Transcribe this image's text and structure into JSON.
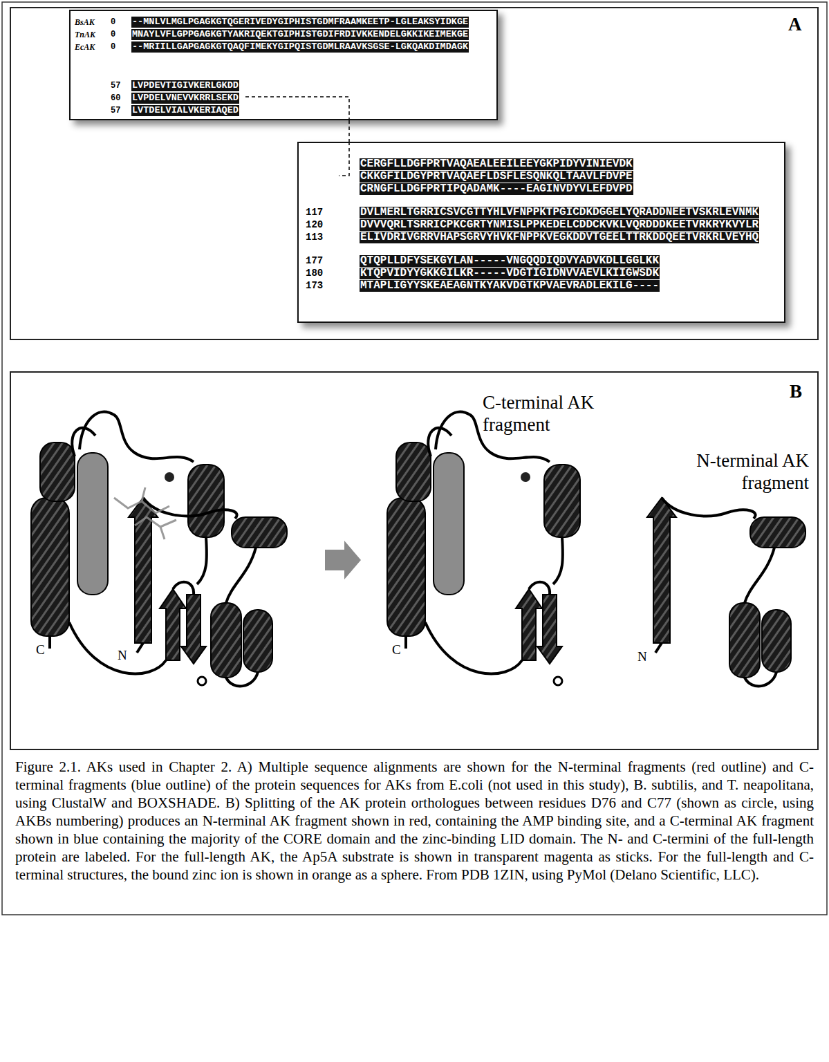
{
  "diagram": {
    "caption": "Figure 2.1. AKs used in Chapter 2. A) Multiple sequence alignments are shown for the N-terminal fragments (red outline) and C-terminal fragments (blue outline) of the protein sequences for AKs from E.coli (not used in this study), B. subtilis, and T. neapolitana, using ClustalW and BOXSHADE. B) Splitting of the AK protein orthologues between residues D76 and C77 (shown as circle, using AKBs numbering) produces an N-terminal AK fragment shown in red, containing the AMP binding site, and a C-terminal AK fragment shown in blue containing the majority of the CORE domain and the zinc-binding LID domain. The N- and C-termini of the full-length protein are labeled. For the full-length AK, the Ap5A substrate is shown in transparent magenta as sticks. For the full-length and C-terminal structures, the bound zinc ion is shown in orange as a sphere. From PDB 1ZIN, using PyMol (Delano Scientific, LLC).",
    "nodes": [
      {
        "text": [
          "A"
        ]
      },
      {
        "text": [
          "BsAK",
          "0",
          "--MNLVLMGLPGAGKGTQGERIVEDYGIPHISTGDMFRAAMKEETP-LGLEAKSYIDKGE",
          "TnAK",
          "0",
          "MNAYLVFLGPPGAGKGTYAKRIQEKTGIPHISTGDIFRDIVKKENDELGKKIKEIMEKGE",
          "EcAK",
          "0",
          "--MRIILLGAPGAGKGTQAQFIMEKYGIPQISTGDMLRAAVKSGSE-LGKQAKDIMDAGK",
          "57",
          "LVPDEVTIGIVKERLGKDD",
          "60",
          "LVPDELVNEVVKRRLSEKD",
          "57",
          "LVTDELVIALVKERIAQED"
        ],
        "in": 0
      },
      {
        "text": [
          "CERGFLLDGFPRTVAQAEALEEILEEYGKPIDYVINIEVDK",
          "CKKGFILDGYPRTVAQAEFLDSFLESQNKQLTAAVLFDVPE",
          "CRNGFLLDGFPRTIPQADAMK----EAGINVDYVLEFDVPD",
          "117",
          "DVLMERLTGRRICSVCGTTYHLVFNPPKTPGICDKDGGELYQRADDNEETVSKRLEVNMK",
          "120",
          "DVVVQRLTSRRICPKCGRTYNMISLPPKEDELCDDCKVKLVQRDDDKEETVRKRYKVYLR",
          "113",
          "ELIVDRIVGRRVHAPSGRVYHVKFNPPKVEGKDDVTGEELTTRKDDQEETVRKRLVEYHQ",
          "177",
          "QTQPLLDFYSEKGYLAN-----VNGQQDIQDVYADVKDLLGGLKK",
          "180",
          "KTQPVIDYYGKKGILKR-----VDGTIGIDNVVAEVLKIIGWSDK",
          "173",
          "MTAPLIGYYSKEAEAGNTKYAKVDGTKPVAEVRADLEKILG----"
        ],
        "in": 0
      },
      {
        "text": [
          "B"
        ]
      }
    ],
    "edges": [
      {
        "from": 1,
        "to": 2,
        "arrow": "none"
      }
    ],
    "labels": [
      "C-terminal AK fragment",
      "N-terminal AK fragment",
      "C",
      "N",
      "C",
      "N"
    ]
  }
}
